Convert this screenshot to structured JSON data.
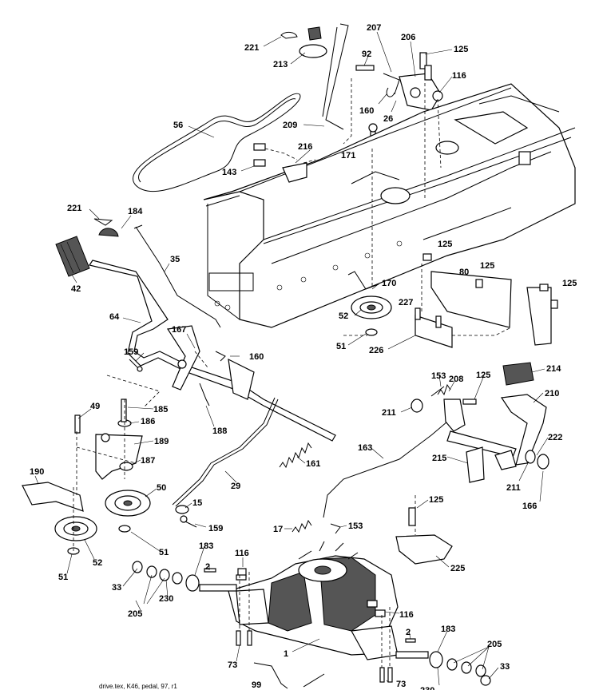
{
  "labels": {
    "p221a": "221",
    "p213": "213",
    "p207": "207",
    "p206": "206",
    "p125a": "125",
    "p92": "92",
    "p116a": "116",
    "p56": "56",
    "p160a": "160",
    "p26": "26",
    "p209": "209",
    "p171": "171",
    "p216": "216",
    "p143": "143",
    "p221b": "221",
    "p184": "184",
    "p35": "35",
    "p42": "42",
    "p125b": "125",
    "p125c": "125",
    "p80": "80",
    "p125d": "125",
    "p170": "170",
    "p227": "227",
    "p52a": "52",
    "p64": "64",
    "p167": "167",
    "p51a": "51",
    "p226": "226",
    "p160b": "160",
    "p159a": "159",
    "p153a": "153",
    "p208": "208",
    "p125e": "125",
    "p214": "214",
    "p210": "210",
    "p49": "49",
    "p185": "185",
    "p211a": "211",
    "p186": "186",
    "p188": "188",
    "p189": "189",
    "p222": "222",
    "p163": "163",
    "p215": "215",
    "p161": "161",
    "p187": "187",
    "p190": "190",
    "p50": "50",
    "p211b": "211",
    "p29": "29",
    "p166": "166",
    "p125f": "125",
    "p15": "15",
    "p159b": "159",
    "p17": "17",
    "p153b": "153",
    "p51b": "51",
    "p183a": "183",
    "p52b": "52",
    "p116b": "116",
    "p2a": "2",
    "p225": "225",
    "p33a": "33",
    "p230a": "230",
    "p51c": "51",
    "p205a": "205",
    "p116c": "116",
    "p183b": "183",
    "p2b": "2",
    "p205b": "205",
    "p73a": "73",
    "p1": "1",
    "p33b": "33",
    "p99": "99",
    "p73b": "73",
    "p230b": "230"
  },
  "footer": "drive.tex, K46, pedal, 97, r1"
}
